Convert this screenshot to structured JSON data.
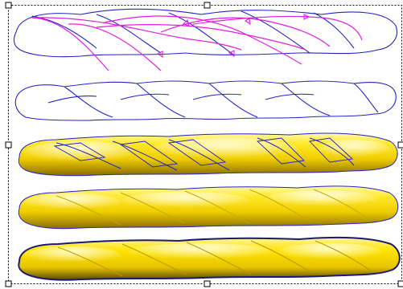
{
  "canvas": {
    "selection": {
      "style": "dashed",
      "handles": 8
    },
    "colors": {
      "background": "#ffffff",
      "outline": "#2323c8",
      "path": "#e020e0",
      "gold_light": "#fff48a",
      "gold_mid": "#f2d200",
      "gold_dark": "#8a6f00"
    },
    "rows": [
      {
        "name": "outline-with-paths",
        "style": "outline+paths"
      },
      {
        "name": "twist-outline",
        "style": "outline"
      },
      {
        "name": "gold-rope-outlined",
        "style": "filled+outline"
      },
      {
        "name": "gold-rope",
        "style": "filled"
      },
      {
        "name": "gold-rope-dark",
        "style": "filled+dark-edge"
      }
    ]
  }
}
